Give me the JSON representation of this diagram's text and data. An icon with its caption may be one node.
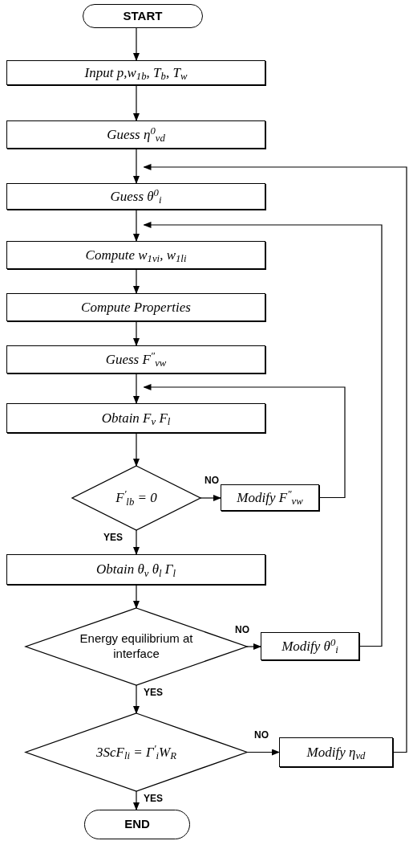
{
  "diagram": {
    "nodes": [
      {
        "text": [
          "START"
        ]
      },
      {
        "text": [
          "Input  p,w$_{1b}$, T$_{b}$,  T$_{w}$"
        ]
      },
      {
        "text": [
          "Guess η$^{0}$$_{vd}$"
        ]
      },
      {
        "text": [
          "Guess  θ$^{0}$$_{i}$"
        ]
      },
      {
        "text": [
          "Compute w$_{1vi}$, w$_{1li}$"
        ]
      },
      {
        "text": [
          "Compute Properties"
        ]
      },
      {
        "text": [
          "Guess  F$^{″}$$_{vw}$"
        ]
      },
      {
        "text": [
          "Obtain F$_{v}$  F$_{l}$"
        ]
      },
      {
        "text": [
          "F$^{'}$$_{lb}$ = 0"
        ]
      },
      {
        "text": [
          "Modify  F$^{″}$$_{vw}$"
        ]
      },
      {
        "text": [
          "Obtain θ$_{v}$  θ$_{l}$  Γ$_{l}$"
        ]
      },
      {
        "text": [
          "Energy equilibrium at interface"
        ]
      },
      {
        "text": [
          "Modify  θ$^{0}$$_{i}$"
        ]
      },
      {
        "text": [
          "3ScF$_{li}$ = Γ$^{'}$$_{i}$W$_{R}$"
        ]
      },
      {
        "text": [
          "Modify  η$_{vd}$"
        ]
      },
      {
        "text": [
          "END"
        ]
      }
    ],
    "edges": [
      {
        "from": 0,
        "to": 1,
        "arrow": "to"
      },
      {
        "from": 1,
        "to": 2,
        "arrow": "to"
      },
      {
        "from": 2,
        "to": 3,
        "arrow": "to"
      },
      {
        "from": 3,
        "to": 4,
        "arrow": "to"
      },
      {
        "from": 4,
        "to": 5,
        "arrow": "to"
      },
      {
        "from": 5,
        "to": 6,
        "arrow": "to"
      },
      {
        "from": 6,
        "to": 7,
        "arrow": "to"
      },
      {
        "from": 7,
        "to": 8,
        "arrow": "to"
      },
      {
        "from": 8,
        "to": 9,
        "arrow": "to",
        "label": "NO"
      },
      {
        "from": 8,
        "to": 10,
        "arrow": "to",
        "label": "YES"
      },
      {
        "from": 9,
        "to": 7,
        "arrow": "to"
      },
      {
        "from": 10,
        "to": 11,
        "arrow": "to"
      },
      {
        "from": 11,
        "to": 12,
        "arrow": "to",
        "label": "NO"
      },
      {
        "from": 11,
        "to": 13,
        "arrow": "to",
        "label": "YES"
      },
      {
        "from": 12,
        "to": 4,
        "arrow": "to"
      },
      {
        "from": 13,
        "to": 14,
        "arrow": "to",
        "label": "NO"
      },
      {
        "from": 13,
        "to": 15,
        "arrow": "to",
        "label": "YES"
      },
      {
        "from": 14,
        "to": 3,
        "arrow": "to"
      }
    ]
  }
}
